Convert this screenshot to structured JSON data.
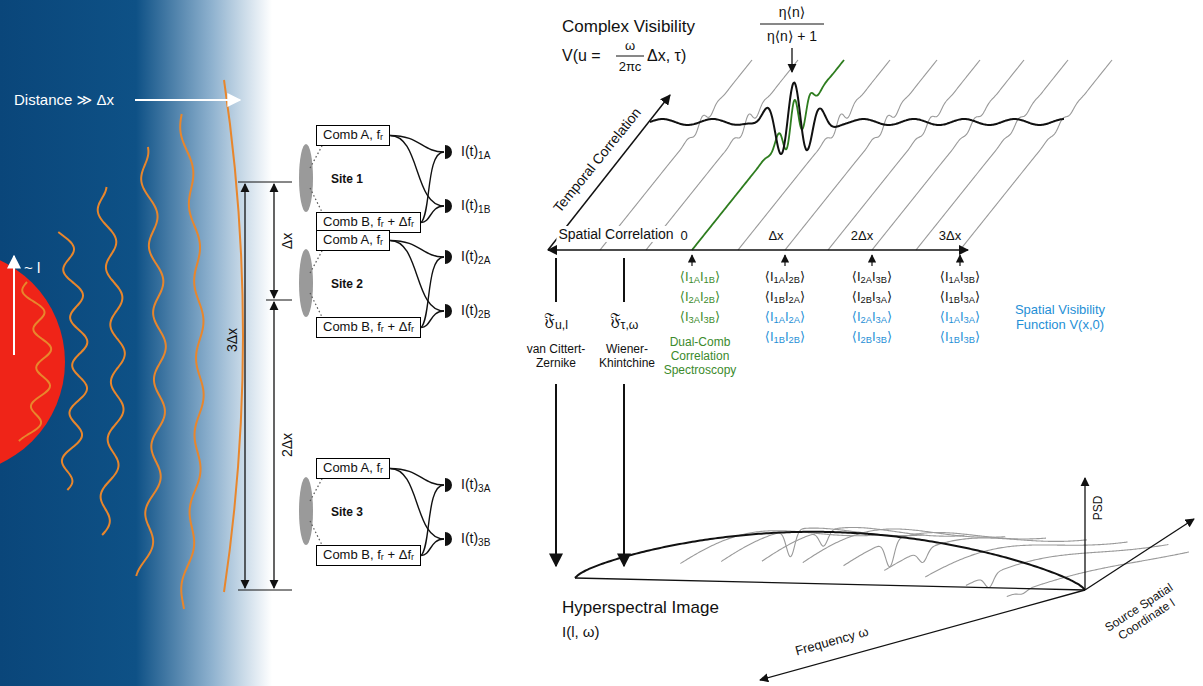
{
  "diagram": {
    "nodes": [
      {
        "text": [
          "Comb A, fᵣ"
        ]
      },
      {
        "text": [
          "Comb B, fᵣ + Δfᵣ"
        ]
      },
      {
        "text": [
          "Comb A, fᵣ"
        ]
      },
      {
        "text": [
          "Comb B, fᵣ + Δfᵣ"
        ]
      },
      {
        "text": [
          "Comb A, fᵣ"
        ]
      },
      {
        "text": [
          "Comb B, fᵣ + Δfᵣ"
        ]
      }
    ],
    "labels": [
      "Distance ≫ Δx",
      "~ l",
      "3Δx",
      "Δx",
      "2Δx",
      "Site 1",
      "Site 2",
      "Site 3",
      "I(t)1A",
      "I(t)1B",
      "I(t)2A",
      "I(t)2B",
      "I(t)3A",
      "I(t)3B",
      "Complex Visibility",
      "V(u =",
      "ω",
      "2πc",
      "Δx, τ)",
      "η⟨n⟩",
      "η⟨n⟩ + 1",
      "Temporal Correlation",
      "Spatial Correlation",
      "0",
      "Δx",
      "2Δx",
      "3Δx",
      "⟨I1AI1B⟩",
      "⟨I2AI2B⟩",
      "⟨I3AI3B⟩",
      "Dual-Comb Correlation Spectroscopy",
      "⟨I1AI2B⟩",
      "⟨I1BI2A⟩",
      "⟨I1AI2A⟩",
      "⟨I1BI2B⟩",
      "⟨I2AI3B⟩",
      "⟨I2BI3A⟩",
      "⟨I2AI3A⟩",
      "⟨I2BI3B⟩",
      "⟨I1AI3B⟩",
      "⟨I1BI3A⟩",
      "⟨I1AI3A⟩",
      "⟨I1BI3B⟩",
      "Spatial Visibility Function V(x,0)",
      "𝔉u,l",
      "van Cittert-Zernike",
      "𝔉τ,ω",
      "Wiener-Khintchine",
      "Hyperspectral Image",
      "I(l, ω)",
      "PSD",
      "Frequency ω",
      "Source Spatial Coordinate l"
    ]
  }
}
